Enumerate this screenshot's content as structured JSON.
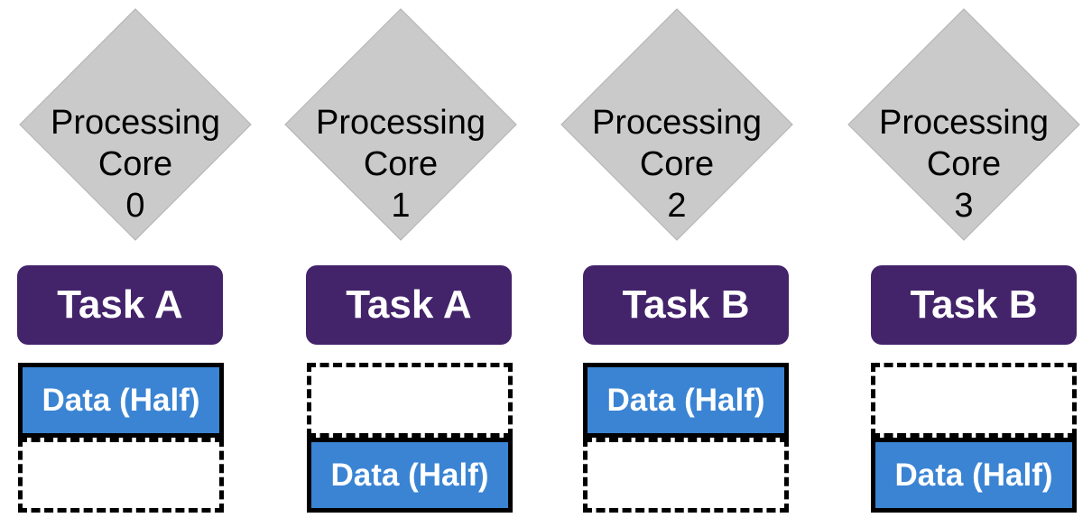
{
  "columns": [
    {
      "core": {
        "line1": "Processing",
        "line2": "Core",
        "number": "0"
      },
      "task": "Task A",
      "data_label": "Data (Half)",
      "data_position": "top"
    },
    {
      "core": {
        "line1": "Processing",
        "line2": "Core",
        "number": "1"
      },
      "task": "Task A",
      "data_label": "Data (Half)",
      "data_position": "bottom"
    },
    {
      "core": {
        "line1": "Processing",
        "line2": "Core",
        "number": "2"
      },
      "task": "Task B",
      "data_label": "Data (Half)",
      "data_position": "top"
    },
    {
      "core": {
        "line1": "Processing",
        "line2": "Core",
        "number": "3"
      },
      "task": "Task B",
      "data_label": "Data (Half)",
      "data_position": "bottom"
    }
  ],
  "colors": {
    "core_fill": "#cacaca",
    "task_fill": "#43236a",
    "data_fill": "#3a84d3",
    "border": "#000000"
  }
}
